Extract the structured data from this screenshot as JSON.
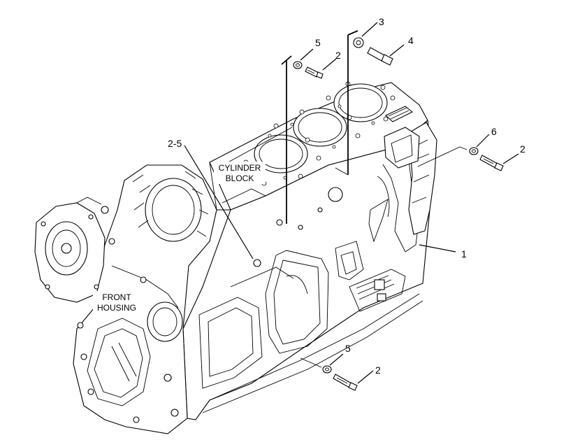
{
  "callouts": {
    "c1": "1",
    "c2a": "2",
    "c2b": "2",
    "c2c": "2",
    "c3": "3",
    "c4": "4",
    "c5a": "5",
    "c5b": "5",
    "c6": "6",
    "c25": "2-5"
  },
  "labels": {
    "cylinder_line1": "CYLINDER",
    "cylinder_line2": "BLOCK",
    "front_line1": "FRONT",
    "front_line2": "HOUSING"
  }
}
